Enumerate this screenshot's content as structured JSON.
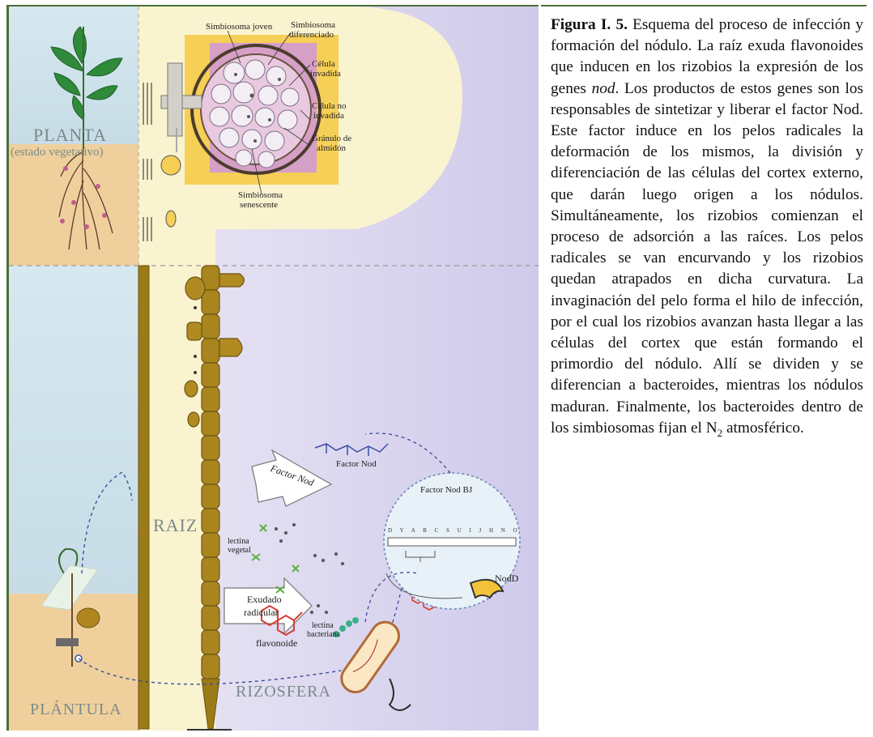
{
  "figure": {
    "labels": {
      "planta": "PLANTA",
      "estado": "(estado vegetativo)",
      "plantula": "PLÁNTULA",
      "raiz": "RAIZ",
      "rizosfera": "RIZOSFERA",
      "simbiosoma_joven": "Simbiosoma joven",
      "simbiosoma_diferenciado_1": "Simbiosoma",
      "simbiosoma_diferenciado_2": "diferenciado",
      "celula_invadida_1": "Célula",
      "celula_invadida_2": "invadida",
      "celula_no_invadida_1": "Célula no",
      "celula_no_invadida_2": "invadida",
      "granulo_1": "Gránulo de",
      "granulo_2": "almidón",
      "senescente_1": "Simbiosoma",
      "senescente_2": "senescente",
      "factor_nod_arrow": "Factor Nod",
      "factor_nod": "Factor Nod",
      "factor_nod_bj": "Factor Nod BJ",
      "nodd": "NodD",
      "lectina_vegetal_1": "lectina",
      "lectina_vegetal_2": "vegetal",
      "lectina_bacteriana_1": "lectina",
      "lectina_bacteriana_2": "bacteriana",
      "exudado_1": "Exudado",
      "exudado_2": "radicular",
      "flavonoide": "flavonoide",
      "gene_letters": "D Y A B C S U I J H N O"
    }
  },
  "caption": {
    "title": "Figura I. 5.",
    "title_rest": " Esquema del proceso de infección y formación del nódulo.",
    "part1": "La raíz exuda flavonoides que inducen en los rizobios la expresión de los genes ",
    "nod_word": "nod",
    "part2": ". Los productos de estos genes son los responsables de sintetizar y liberar el factor Nod. Este factor induce en los pelos radicales la deformación de los mismos, la división y diferenciación de las células del cortex externo, que darán luego origen a los nódulos. Simultáneamente, los rizobios comienzan el proceso de adsorción a las raíces. Los pelos radicales se van encurvando y los rizobios quedan atrapados en dicha curvatura. La invaginación del pelo forma el hilo de infección, por el cual los rizobios avanzan hasta llegar a las células del cortex que están formando el primordio del nódulo. Allí se dividen y se diferencian a bacteroides, mientras los nódulos maduran. Finalmente, los bacteroides dentro de los simbiosomas fijan el ",
    "n_symbol": "N",
    "n_subscript": "2",
    "part3": " atmosférico."
  },
  "colors": {
    "frame": "#4a6f37",
    "sky": "#cfe2ec",
    "soil": "#efcf9a",
    "panel": "#faf3cf",
    "lavender": "#d9d5ee",
    "root": "#9b7a18",
    "nodule_pink": "#d7a3c8",
    "nodule_yellow": "#f6d15a"
  }
}
